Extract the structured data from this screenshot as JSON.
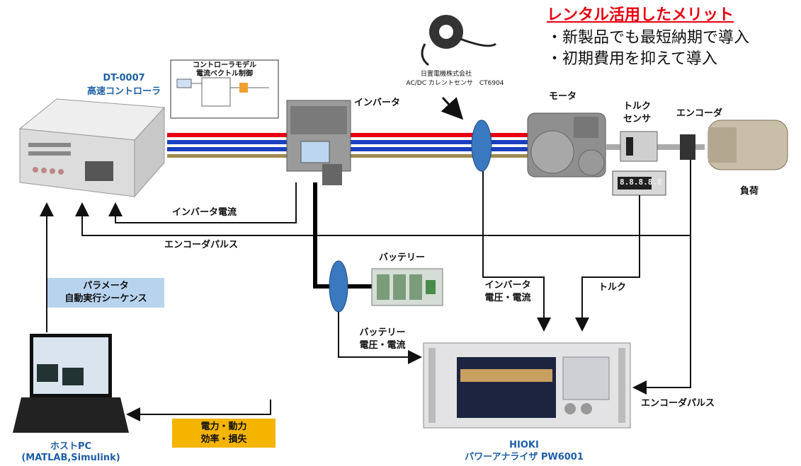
{
  "merit": {
    "title": "レンタル活用したメリット",
    "items": [
      "・新製品でも最短納期で導入",
      "・初期費用を抑えて導入"
    ]
  },
  "controller": {
    "model": "DT-0007",
    "name": "高速コントローラ"
  },
  "controller_model_box": {
    "line1": "コントローラモデル",
    "line2": "電流ベクトル制御"
  },
  "sensor": {
    "maker": "日置電機株式会社",
    "name": "AC/DC カレントセンサ　CT6904"
  },
  "components": {
    "inverter": "インバータ",
    "motor": "モータ",
    "torque_sensor_1": "トルク",
    "torque_sensor_2": "センサ",
    "encoder": "エンコーダ",
    "load": "負荷",
    "battery": "バッテリー",
    "meter_display": "8.8.8.8.8"
  },
  "signals": {
    "inverter_current": "インバータ電流",
    "encoder_pulse_top": "エンコーダパルス",
    "inverter_vi_1": "インバータ",
    "inverter_vi_2": "電圧・電流",
    "torque": "トルク",
    "battery_vi_1": "バッテリー",
    "battery_vi_2": "電圧・電流",
    "encoder_pulse_right": "エンコーダパルス"
  },
  "param_box": {
    "line1": "パラメータ",
    "line2": "自動実行シーケンス"
  },
  "power_box": {
    "line1": "電力・動力",
    "line2": "効率・損失"
  },
  "host_pc": {
    "line1": "ホストPC",
    "line2": "(MATLAB,Simulink)"
  },
  "analyzer": {
    "line1": "HIOKI",
    "line2": "パワーアナライザ PW6001"
  },
  "colors": {
    "red": "#e60012",
    "blue": "#1a3fbf",
    "gold": "#a08a50",
    "accent_box": "#b7d3ee",
    "result_box": "#f4b400"
  }
}
